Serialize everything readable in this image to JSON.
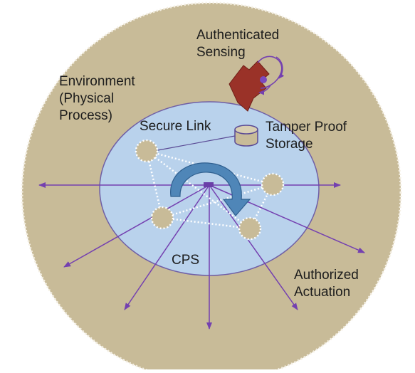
{
  "labels": {
    "authenticated_sensing": [
      "Authenticated",
      "Sensing"
    ],
    "environment": [
      "Environment",
      "(Physical",
      "Process)"
    ],
    "secure_link": "Secure Link",
    "tamper_proof_storage": [
      "Tamper Proof",
      "Storage"
    ],
    "cps": "CPS",
    "authorized_actuation": [
      "Authorized",
      "Actuation"
    ]
  },
  "colors": {
    "environment_fill": "#c8bb98",
    "environment_edge": "#f4efe3",
    "cps_fill": "#b9d2ec",
    "cps_edge": "#6f5fa6",
    "node_fill": "#c8bb98",
    "arrow": "#7440b0",
    "rotation_arrow": "#4f86b8",
    "sensor": "#9a3228",
    "text": "#1c1c1c"
  },
  "icons": [
    "sensor-icon",
    "storage-cylinder-icon",
    "rotation-arrow-icon"
  ]
}
